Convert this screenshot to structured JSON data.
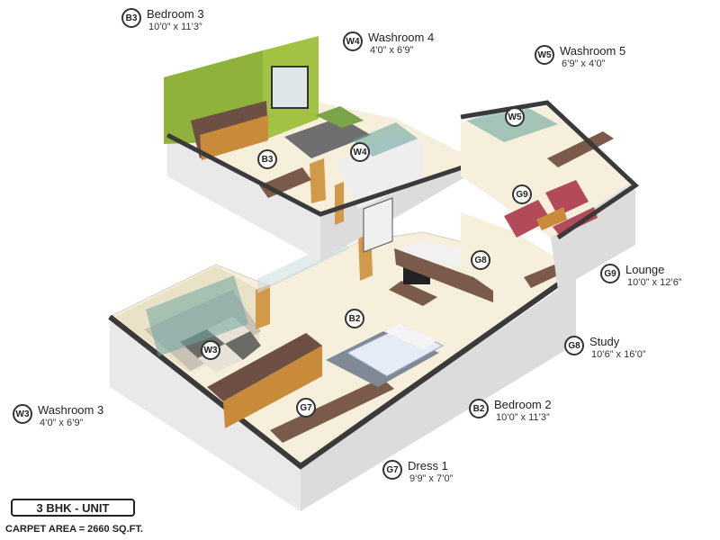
{
  "unit": {
    "title": "3 BHK - UNIT",
    "carpet_area": "CARPET AREA = 2660 SQ.FT."
  },
  "rooms": {
    "b3": {
      "code": "B3",
      "name": "Bedroom 3",
      "dims": "10’0” x 11’3”"
    },
    "w4": {
      "code": "W4",
      "name": "Washroom 4",
      "dims": "4’0” x 6’9”"
    },
    "w5": {
      "code": "W5",
      "name": "Washroom 5",
      "dims": "6’9” x 4’0”"
    },
    "g9": {
      "code": "G9",
      "name": "Lounge",
      "dims": "10’0” x 12’6”"
    },
    "g8": {
      "code": "G8",
      "name": "Study",
      "dims": "10’6” x 16’0”"
    },
    "w3": {
      "code": "W3",
      "name": "Washroom 3",
      "dims": "4’0” x 6’9”"
    },
    "b2": {
      "code": "B2",
      "name": "Bedroom 2",
      "dims": "10’0” x 11’3”"
    },
    "g7": {
      "code": "G7",
      "name": "Dress 1",
      "dims": "9’9” x 7’0”"
    }
  },
  "colors": {
    "accent_wall": "#8fb23a",
    "floor": "#f6efdc",
    "wall": "#f2f2f2",
    "furniture": "#7a5a4a",
    "tile": "#6fa6a0"
  }
}
